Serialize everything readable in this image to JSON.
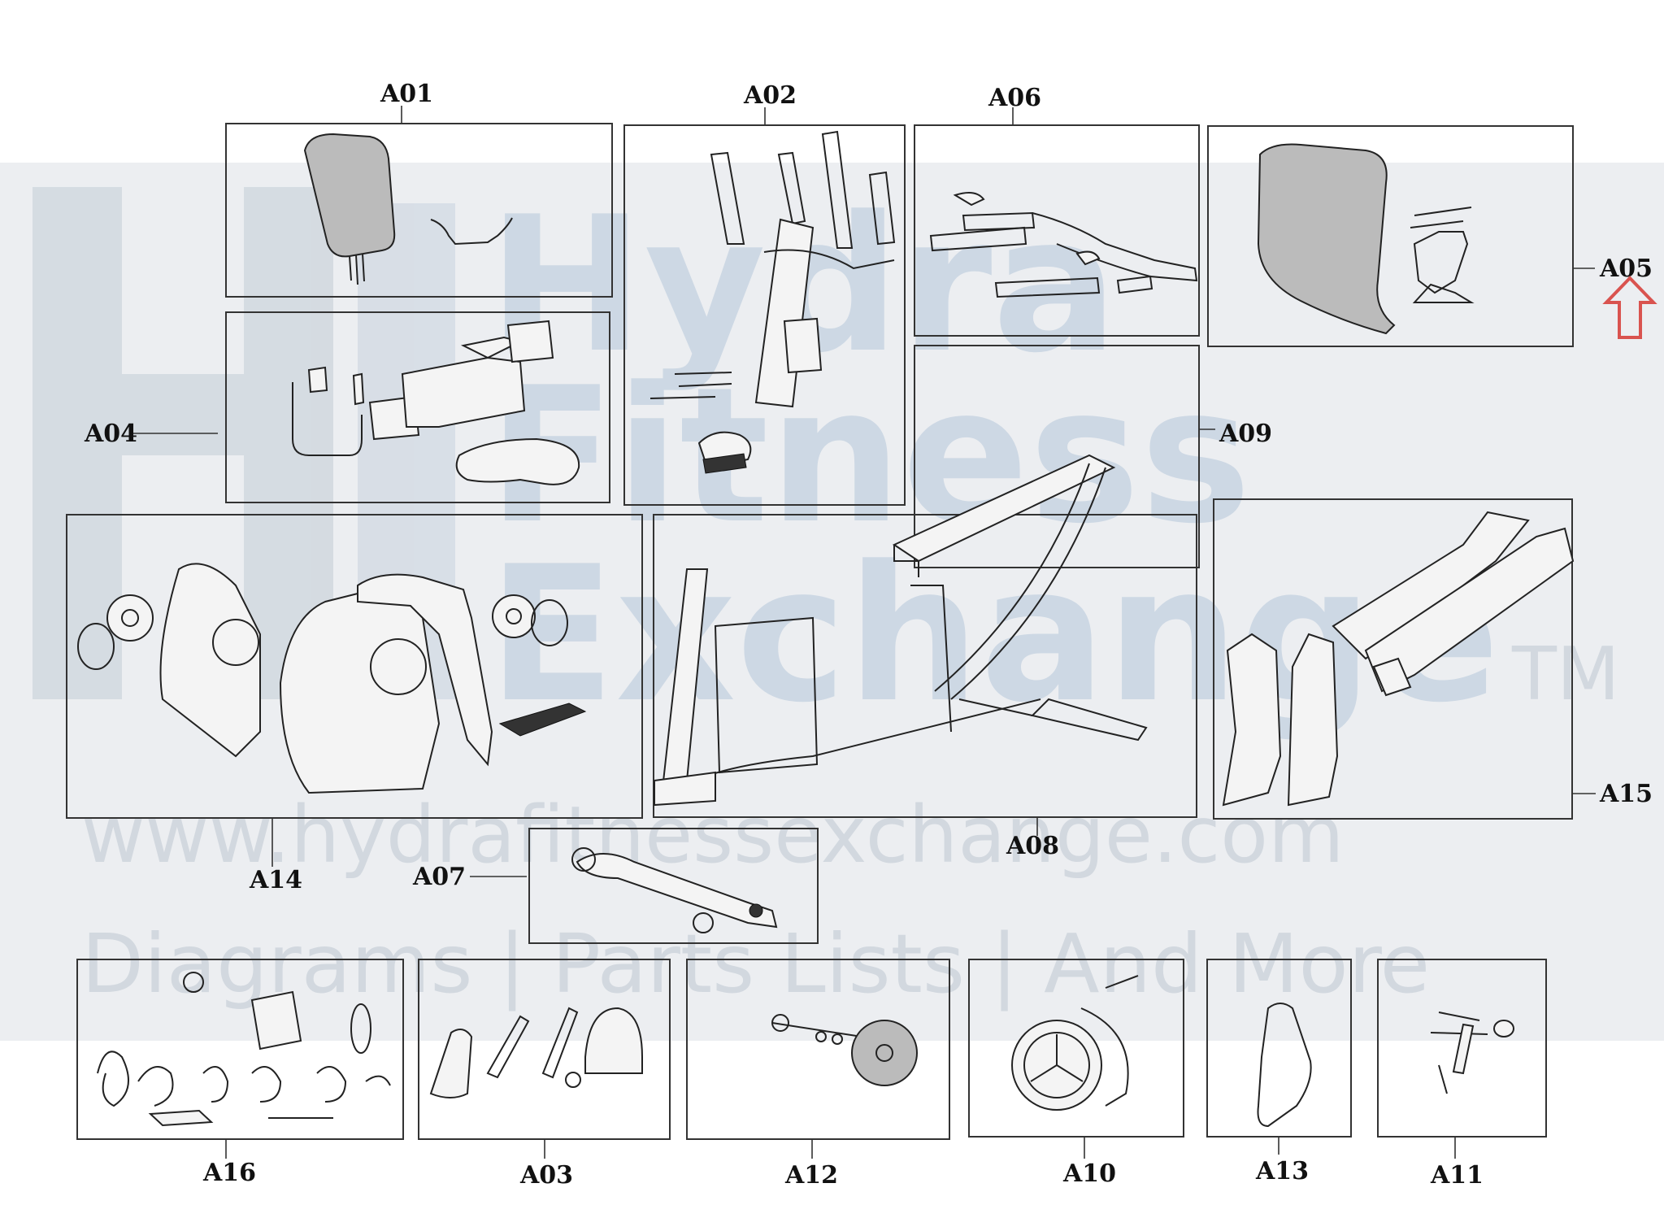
{
  "watermark": {
    "brand_lines": [
      "Hydra",
      "Fitness",
      "Exchange"
    ],
    "trademark": "TM",
    "url": "www.hydrafitnessexchange.com",
    "tagline": "Diagrams | Parts Lists | And More"
  },
  "labels": {
    "A01": "A01",
    "A02": "A02",
    "A03": "A03",
    "A04": "A04",
    "A05": "A05",
    "A06": "A06",
    "A07": "A07",
    "A08": "A08",
    "A09": "A09",
    "A10": "A10",
    "A11": "A11",
    "A12": "A12",
    "A13": "A13",
    "A14": "A14",
    "A15": "A15",
    "A16": "A16"
  },
  "colors": {
    "arrow": "#d9534f",
    "watermark_band": "#e9ebee"
  },
  "icons": {
    "pointer": "red-up-arrow-icon"
  }
}
